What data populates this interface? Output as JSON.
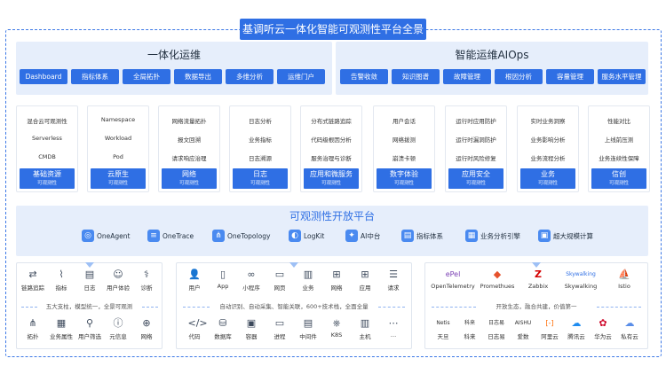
{
  "title": "基调听云一体化智能可观测性平台全景",
  "left_panel": {
    "title": "一体化运维",
    "buttons": [
      "Dashboard",
      "指标体系",
      "全局拓扑",
      "数据导出",
      "多维分析",
      "运维门户"
    ]
  },
  "right_panel": {
    "title": "智能运维AIOps",
    "buttons": [
      "告警收敛",
      "知识图谱",
      "故障管理",
      "根因分析",
      "容量管理",
      "服务水平管理"
    ]
  },
  "cards": [
    {
      "items": [
        "混合云可观测性",
        "Serverless",
        "CMDB"
      ],
      "title": "基础资源",
      "sub": "可观测性"
    },
    {
      "items": [
        "Namespace",
        "Workload",
        "Pod"
      ],
      "title": "云原生",
      "sub": "可观测性"
    },
    {
      "items": [
        "网络流量拓扑",
        "报文回溯",
        "请求响应治理"
      ],
      "title": "网络",
      "sub": "可观测性"
    },
    {
      "items": [
        "日志分析",
        "业务指标",
        "日志溯源"
      ],
      "title": "日志",
      "sub": "可观测性"
    },
    {
      "items": [
        "分布式链路追踪",
        "代码级根因分析",
        "服务治理与诊断"
      ],
      "title": "应用和微服务",
      "sub": "可观测性"
    },
    {
      "items": [
        "用户会话",
        "网络拨测",
        "崩溃卡顿"
      ],
      "title": "数字体验",
      "sub": "可观测性"
    },
    {
      "items": [
        "运行时应用防护",
        "运行时漏洞防护",
        "运行时风险修复"
      ],
      "title": "应用安全",
      "sub": "可观测性"
    },
    {
      "items": [
        "实时业务洞察",
        "业务影响分析",
        "业务流程分析"
      ],
      "title": "业务",
      "sub": "可观测性"
    },
    {
      "items": [
        "性能对比",
        "上线前压测",
        "业务连续性保障"
      ],
      "title": "信创",
      "sub": "可观测性"
    }
  ],
  "platform": {
    "title": "可观测性开放平台",
    "chips": [
      "OneAgent",
      "OneTrace",
      "OneTopology",
      "LogKit",
      "AI中台",
      "指标体系",
      "业务分析引擎",
      "超大规模计算"
    ]
  },
  "bottom_left": {
    "top_items": [
      "链路追踪",
      "指标",
      "日志",
      "用户体验",
      "诊断"
    ],
    "middle": "五大支柱，模型统一，全景可观测",
    "bottom_items": [
      "拓扑",
      "业务属性",
      "用户筛选",
      "元信息",
      "网络"
    ]
  },
  "bottom_mid": {
    "top_items": [
      "用户",
      "App",
      "小程序",
      "网页",
      "业务",
      "网络",
      "应用",
      "请求"
    ],
    "middle": "自动识别、自动采集、智能关联，600+技术栈，全面全量",
    "bottom_items": [
      "代码",
      "数据库",
      "容器",
      "进程",
      "中间件",
      "K8S",
      "主机",
      "…"
    ]
  },
  "bottom_right": {
    "top_items": [
      "OpenTelemetry",
      "Promethues",
      "Zabbix",
      "Skywalking",
      "Istio"
    ],
    "top_logos": [
      "ePel",
      "◆",
      "Z",
      "Skywalking",
      "⛵"
    ],
    "middle": "开放生态，融合共建，价值第一",
    "bottom_items": [
      "天旦",
      "科来",
      "日志易",
      "爱数",
      "阿里云",
      "腾讯云",
      "华为云",
      "私有云"
    ],
    "bottom_logos": [
      "Netis",
      "科来",
      "日志易",
      "AISHU",
      "[-]",
      "☁",
      "✿",
      "☁"
    ]
  },
  "colors": {
    "accent": "#2f6fe4",
    "panel": "#e6eefb"
  }
}
